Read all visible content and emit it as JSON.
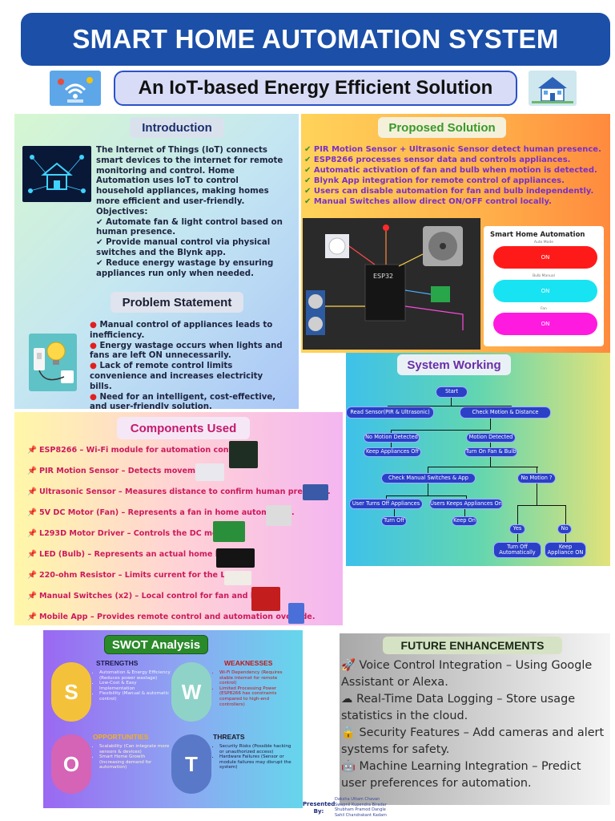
{
  "header": {
    "title": "SMART HOME AUTOMATION SYSTEM",
    "subtitle": "An IoT-based Energy Efficient Solution"
  },
  "introduction": {
    "heading": "Introduction",
    "para": "The Internet of Things (IoT) connects smart devices to the internet for remote monitoring and control. Home Automation uses IoT to control household appliances, making homes more efficient and user-friendly.",
    "objectives_label": "Objectives:",
    "objectives": [
      "✔ Automate fan & light control based on human presence.",
      "✔ Provide manual control via physical switches and the Blynk app.",
      "✔ Reduce energy wastage by ensuring appliances run only when needed."
    ]
  },
  "problem": {
    "heading": "Problem Statement",
    "items": [
      "Manual control of appliances leads to inefficiency.",
      "Energy wastage occurs when lights and fans are left ON unnecessarily.",
      "Lack of remote control limits convenience and increases electricity bills.",
      "Need for an intelligent, cost-effective, and user-friendly solution."
    ]
  },
  "proposed": {
    "heading": "Proposed Solution",
    "items": [
      "PIR Motion Sensor + Ultrasonic Sensor detect human presence.",
      "ESP8266 processes sensor data and controls appliances.",
      "Automatic activation of fan and bulb when motion is detected.",
      "Blynk App integration for remote control of appliances.",
      "Users can disable automation for fan and bulb independently.",
      "Manual Switches allow direct ON/OFF control locally."
    ],
    "app": {
      "title": "Smart Home Automation",
      "labels": [
        "Auto Mode",
        "Bulb Manual",
        "Fan"
      ],
      "buttons": [
        "ON",
        "ON",
        "ON"
      ]
    },
    "circuit_label": "ESP32"
  },
  "components": {
    "heading": "Components Used",
    "items": [
      "ESP8266 – Wi-Fi module for automation control.",
      "PIR Motion Sensor – Detects movement.",
      "Ultrasonic Sensor – Measures distance to confirm human presence.",
      "5V DC Motor (Fan) – Represents a fan in home automation.",
      "L293D Motor Driver – Controls the DC motor.",
      "LED (Bulb) – Represents an actual home bulb.",
      "220-ohm Resistor – Limits current for the LED.",
      "Manual Switches (x2) – Local control for fan and bulb.",
      "Mobile App – Provides remote control and automation override."
    ]
  },
  "working": {
    "heading": "System Working",
    "nodes": {
      "start": "Start",
      "read": "Read Sensor(PIR & Ultrasonic)",
      "check": "Check Motion & Distance",
      "no_motion": "No Motion Detected",
      "motion": "Motion Detected",
      "keep_off": "Keep Appliances Off",
      "turn_on": "Turn On Fan & Bulb",
      "check_manual": "Check Manual Switches & App",
      "no_motion_q": "No Motion ?",
      "user_off": "User Turns Off Appliances",
      "user_on": "Users Keeps Appliances On",
      "yes": "Yes",
      "no": "No",
      "turn_off": "Turn Off",
      "keep_on": "Keep On",
      "auto_off": "Turn Off Automatically",
      "keep_app_on": "Keep Appliance ON"
    }
  },
  "swot": {
    "heading": "SWOT Analysis",
    "s": {
      "letter": "S",
      "title": "STRENGTHS",
      "items": [
        "Automation & Energy Efficiency (Reduces power wastage)",
        "Low-Cost & Easy Implementation",
        "Flexibility (Manual & automatic control)"
      ]
    },
    "w": {
      "letter": "W",
      "title": "WEAKNESSES",
      "items": [
        "Wi-Fi Dependency (Requires stable internet for remote control)",
        "Limited Processing Power (ESP8266 has constraints compared to high-end controllers)"
      ]
    },
    "o": {
      "letter": "O",
      "title": "OPPORTUNITIES",
      "items": [
        "Scalability (Can integrate more sensors & devices)",
        "Smart Home Growth (Increasing demand for automation)"
      ]
    },
    "t": {
      "letter": "T",
      "title": "THREATS",
      "items": [
        "Security Risks (Possible hacking or unauthorized access)",
        "Hardware Failures (Sensor or module failures may disrupt the system)"
      ]
    }
  },
  "future": {
    "heading": "FUTURE ENHANCEMENTS",
    "items": [
      "🚀 Voice Control Integration – Using Google Assistant or Alexa.",
      "☁ Real-Time Data Logging – Store usage statistics in the cloud.",
      "🔒 Security Features – Add cameras and alert systems for safety.",
      "🤖 Machine Learning Integration – Predict user preferences for automation."
    ]
  },
  "footer": {
    "presented_by": "Presented By:",
    "names": [
      "Daksha Uttam Chavan",
      "Swapnil Kupendra Biradar",
      "Shubham Pramod Dangle",
      "Sahil Chandrakant Kadam"
    ]
  },
  "colors": {
    "title_bg": "#1b4fa8",
    "app_red": "#ff1a1a",
    "app_cyan": "#18e3f2",
    "app_magenta": "#ff1adf",
    "swot_s": "#f4c23a",
    "swot_w": "#8fd3c8",
    "swot_o": "#d563b6",
    "swot_t": "#5a78c8"
  }
}
